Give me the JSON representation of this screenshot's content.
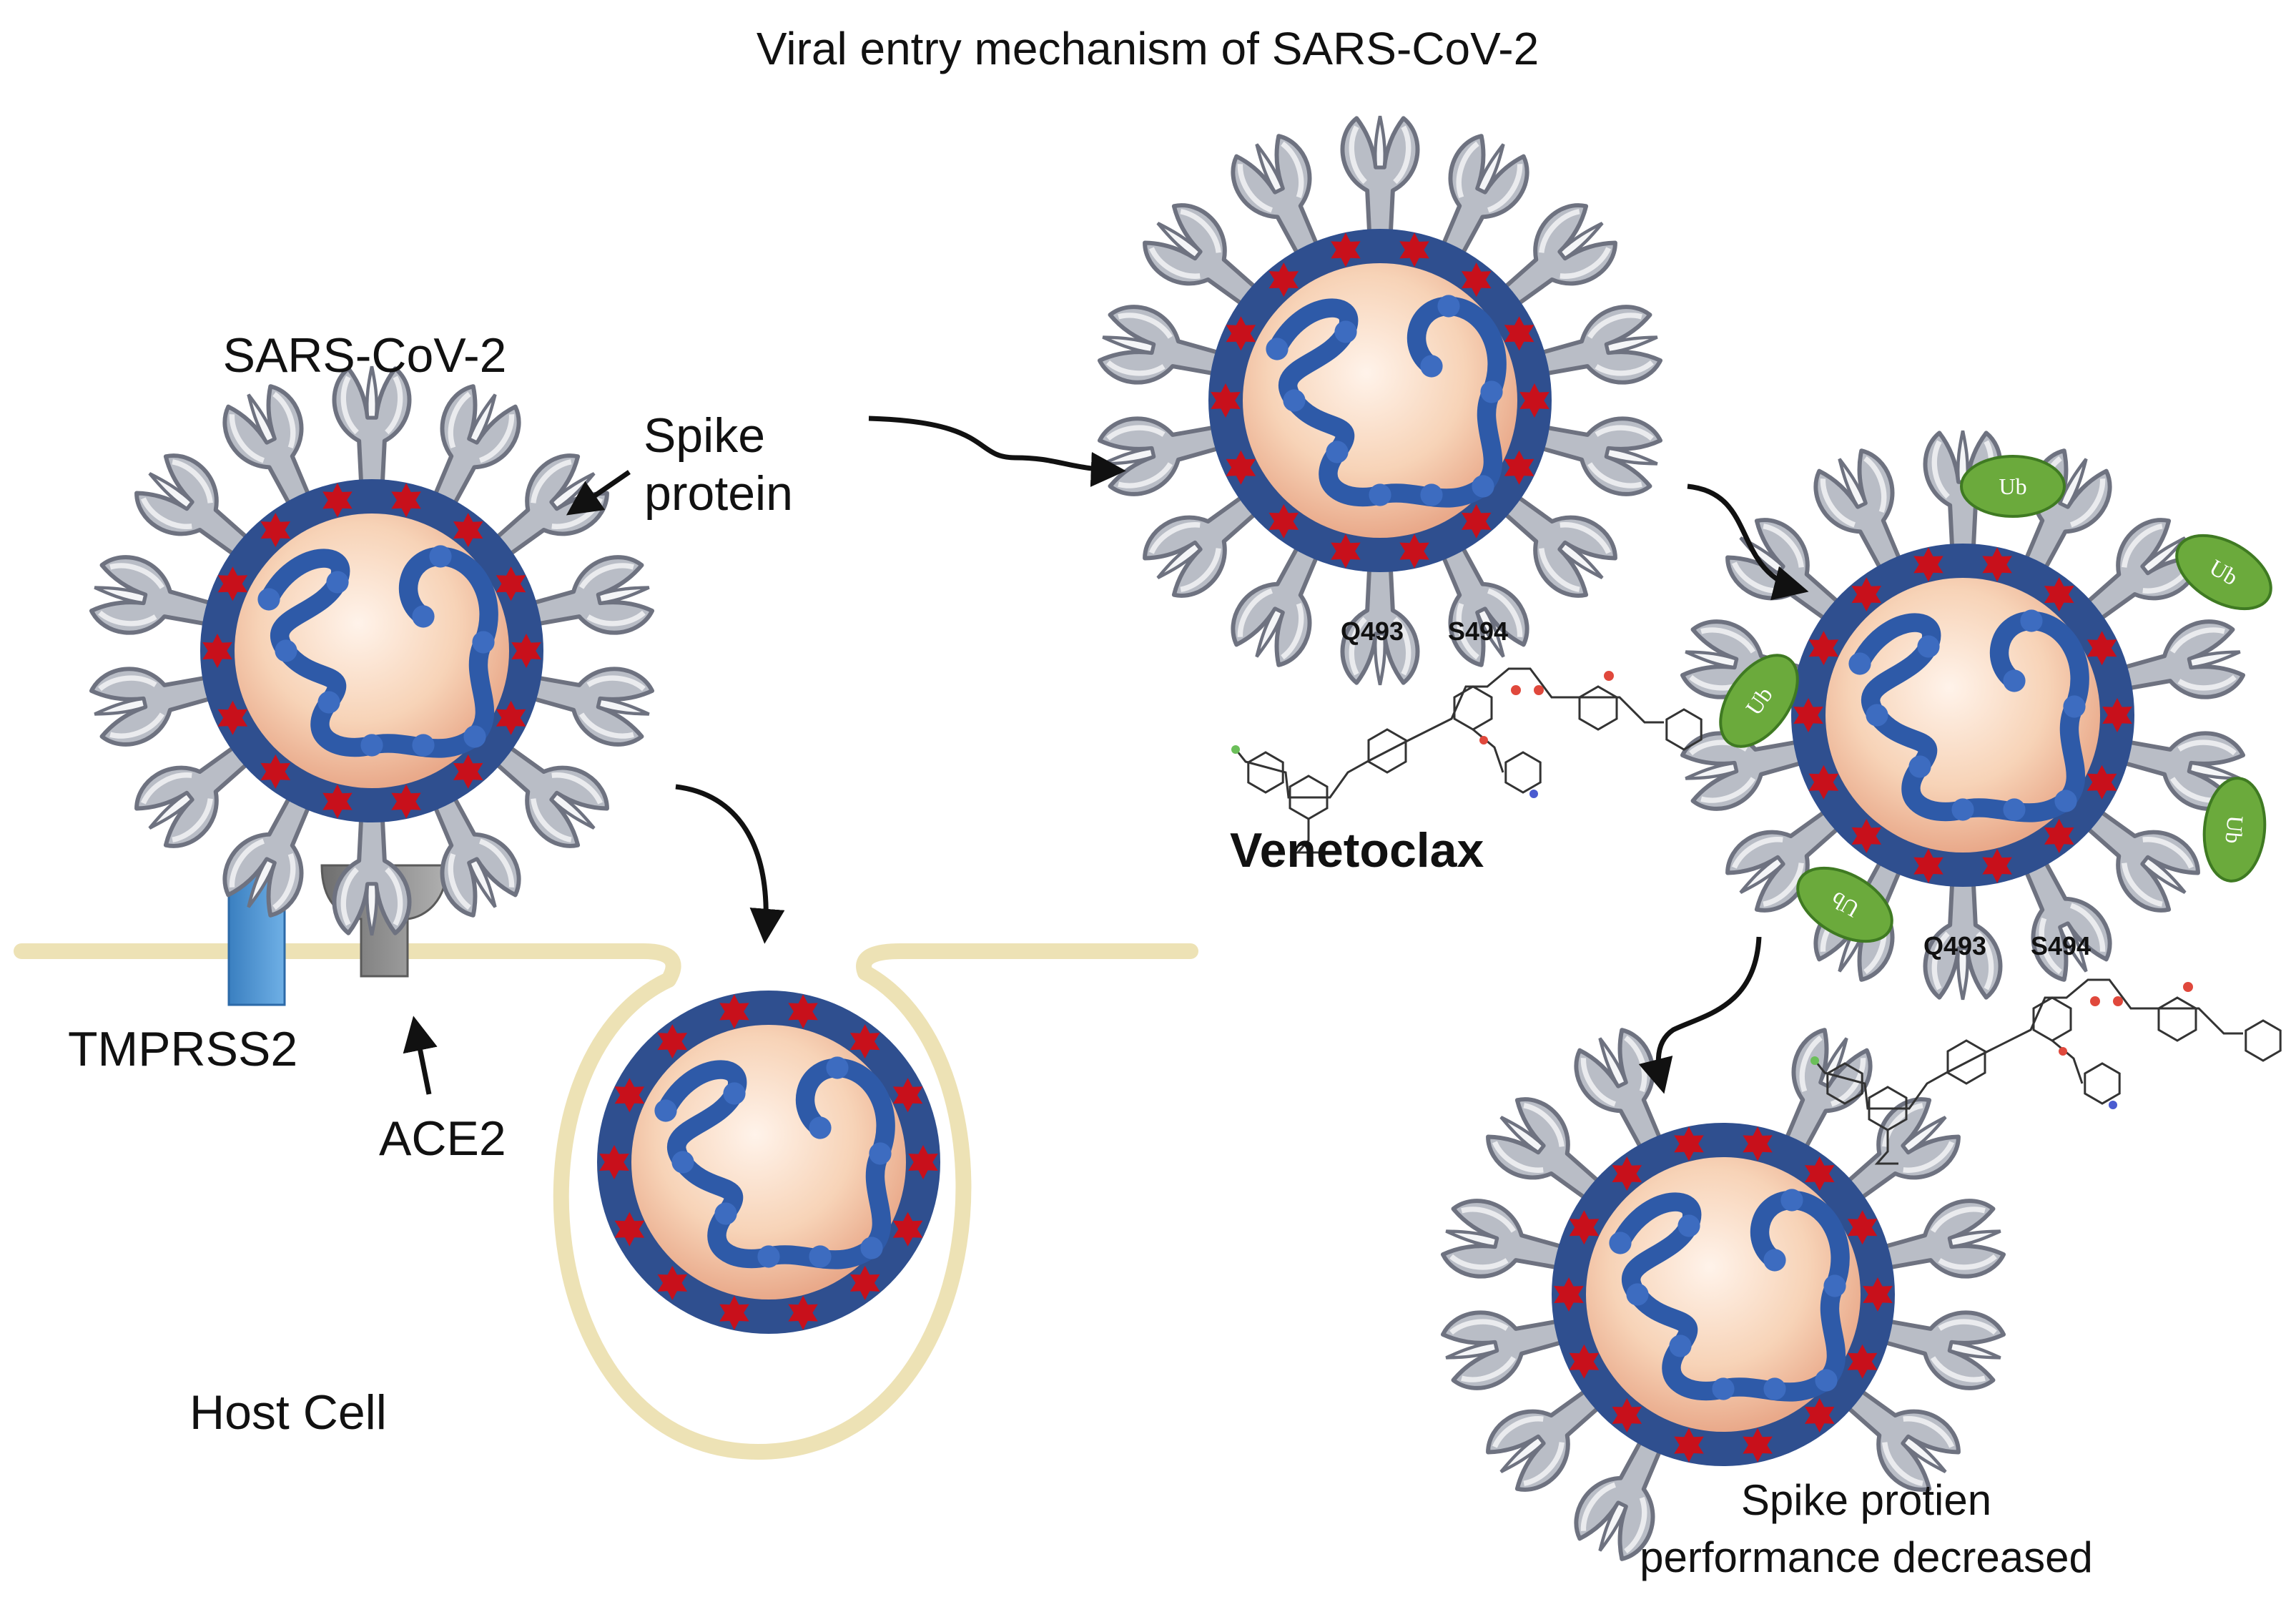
{
  "title": "Viral entry mechanism of SARS-CoV-2",
  "labels": {
    "virus": "SARS-CoV-2",
    "spike_line1": "Spike",
    "spike_line2": "protein",
    "tmprss2": "TMPRSS2",
    "ace2": "ACE2",
    "host_cell": "Host Cell",
    "drug": "Venetoclax",
    "residue_1": "Q493",
    "residue_2": "S494",
    "ubiquitin": "Ub",
    "result_line1": "Spike protien",
    "result_line2": "performance  decreased"
  },
  "colors": {
    "capsid_outer": "#2F4F8F",
    "capsid_inner": "#F6D2B8",
    "rna": "#2E5AA8",
    "red_marker": "#C8101B",
    "spike_fill": "#B8BCC4",
    "membrane": "#EFE4B8",
    "tmprss2": "#4A90D0",
    "ace2": "#8A8A8A",
    "ubiquitin": "#6BAA3C"
  }
}
